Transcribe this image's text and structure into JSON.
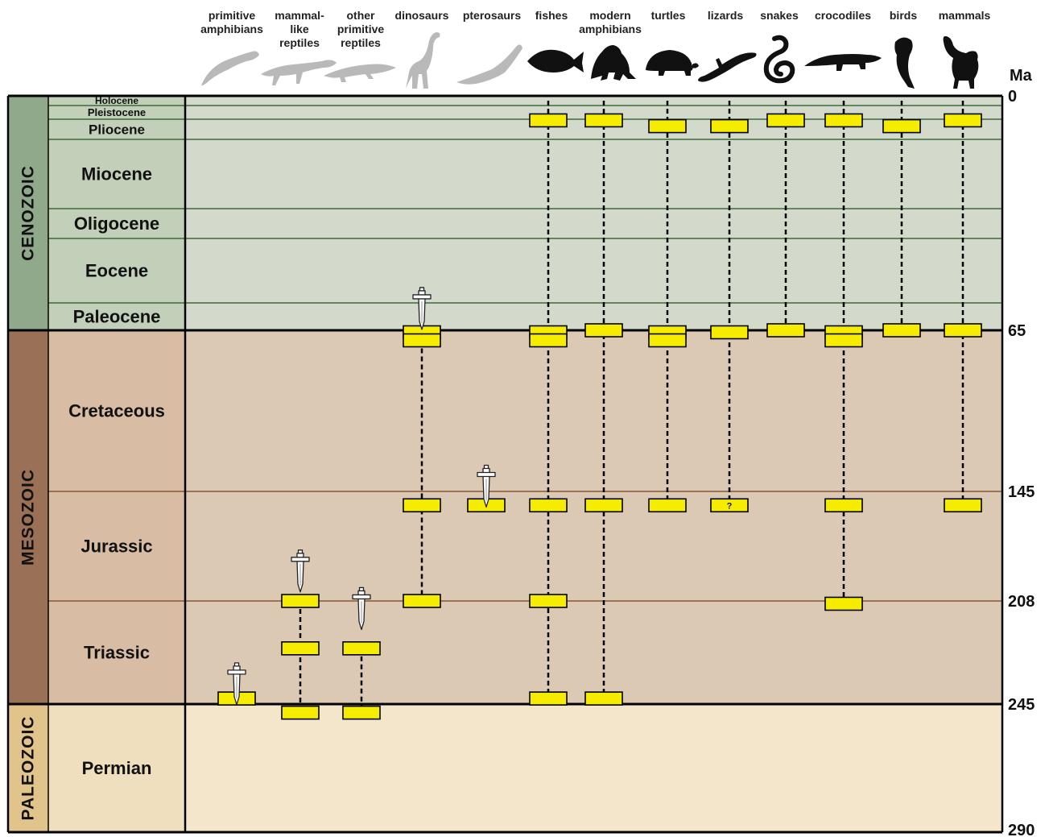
{
  "axis": {
    "unit": "Ma",
    "ticks": [
      0,
      65,
      145,
      208,
      245,
      290
    ]
  },
  "groups": [
    {
      "key": "prim_amph",
      "lines": [
        "primitive",
        "amphibians"
      ],
      "style": "grey"
    },
    {
      "key": "mammal_like",
      "lines": [
        "mammal-",
        "like",
        "reptiles"
      ],
      "style": "grey"
    },
    {
      "key": "other_prim",
      "lines": [
        "other",
        "primitive",
        "reptiles"
      ],
      "style": "grey"
    },
    {
      "key": "dinosaurs",
      "lines": [
        "dinosaurs"
      ],
      "style": "grey"
    },
    {
      "key": "pterosaurs",
      "lines": [
        "pterosaurs"
      ],
      "style": "grey"
    },
    {
      "key": "fishes",
      "lines": [
        "fishes"
      ],
      "style": "black"
    },
    {
      "key": "mod_amph",
      "lines": [
        "modern",
        "amphibians"
      ],
      "style": "black"
    },
    {
      "key": "turtles",
      "lines": [
        "turtles"
      ],
      "style": "black"
    },
    {
      "key": "lizards",
      "lines": [
        "lizards"
      ],
      "style": "black"
    },
    {
      "key": "snakes",
      "lines": [
        "snakes"
      ],
      "style": "black"
    },
    {
      "key": "crocodiles",
      "lines": [
        "crocodiles"
      ],
      "style": "black"
    },
    {
      "key": "birds",
      "lines": [
        "birds"
      ],
      "style": "black"
    },
    {
      "key": "mammals",
      "lines": [
        "mammals"
      ],
      "style": "black"
    }
  ],
  "eras": [
    {
      "name": "CENOZOIC",
      "start": 0,
      "end": 65,
      "color": "#8fa98a",
      "bg": "#d3dacb",
      "line": "#3d6b3d"
    },
    {
      "name": "MESOZOIC",
      "start": 65,
      "end": 245,
      "color": "#9a7056",
      "bg": "#dcc9b4",
      "line": "#8a5535"
    },
    {
      "name": "PALEOZOIC",
      "start": 245,
      "end": 290,
      "color": "#e1c48c",
      "bg": "#f4e6ca",
      "line": "#000000"
    }
  ],
  "periods": [
    {
      "name": "Holocene",
      "start": 0,
      "end": 0.01
    },
    {
      "name": "Pleistocene",
      "start": 0.01,
      "end": 1.8
    },
    {
      "name": "Pliocene",
      "start": 1.8,
      "end": 5.3
    },
    {
      "name": "Miocene",
      "start": 5.3,
      "end": 23.7
    },
    {
      "name": "Oligocene",
      "start": 23.7,
      "end": 36.6
    },
    {
      "name": "Eocene",
      "start": 36.6,
      "end": 57.8
    },
    {
      "name": "Paleocene",
      "start": 57.8,
      "end": 65
    },
    {
      "name": "Cretaceous",
      "start": 65,
      "end": 145
    },
    {
      "name": "Jurassic",
      "start": 145,
      "end": 208
    },
    {
      "name": "Triassic",
      "start": 208,
      "end": 245
    },
    {
      "name": "Permian",
      "start": 245,
      "end": 290
    }
  ],
  "fossil_records": [
    {
      "group": "prim_amph",
      "occurrences": [
        243
      ],
      "extinct_at": 236
    },
    {
      "group": "mammal_like",
      "occurrences": [
        208,
        225,
        248
      ],
      "extinct_at": 188
    },
    {
      "group": "other_prim",
      "occurrences": [
        225,
        248
      ],
      "extinct_at": 209
    },
    {
      "group": "dinosaurs",
      "occurrences": [
        66,
        70,
        153,
        208
      ],
      "extinct_at": 58
    },
    {
      "group": "pterosaurs",
      "occurrences": [
        153
      ],
      "extinct_at": 140
    },
    {
      "group": "fishes",
      "occurrences": [
        2,
        66,
        70,
        153,
        208,
        243
      ],
      "extinct_at": null
    },
    {
      "group": "mod_amph",
      "occurrences": [
        2,
        65,
        153,
        243
      ],
      "extinct_at": null
    },
    {
      "group": "turtles",
      "occurrences": [
        3,
        66,
        70,
        153
      ],
      "extinct_at": null
    },
    {
      "group": "lizards",
      "occurrences": [
        3,
        66,
        153
      ],
      "uncertain": [
        153
      ],
      "extinct_at": null
    },
    {
      "group": "snakes",
      "occurrences": [
        2,
        65
      ],
      "extinct_at": null
    },
    {
      "group": "crocodiles",
      "occurrences": [
        2,
        66,
        70,
        153,
        209
      ],
      "extinct_at": null
    },
    {
      "group": "birds",
      "occurrences": [
        3,
        65
      ],
      "extinct_at": null
    },
    {
      "group": "mammals",
      "occurrences": [
        2,
        65,
        153
      ],
      "extinct_at": null
    }
  ],
  "uncertain_mark": "?"
}
